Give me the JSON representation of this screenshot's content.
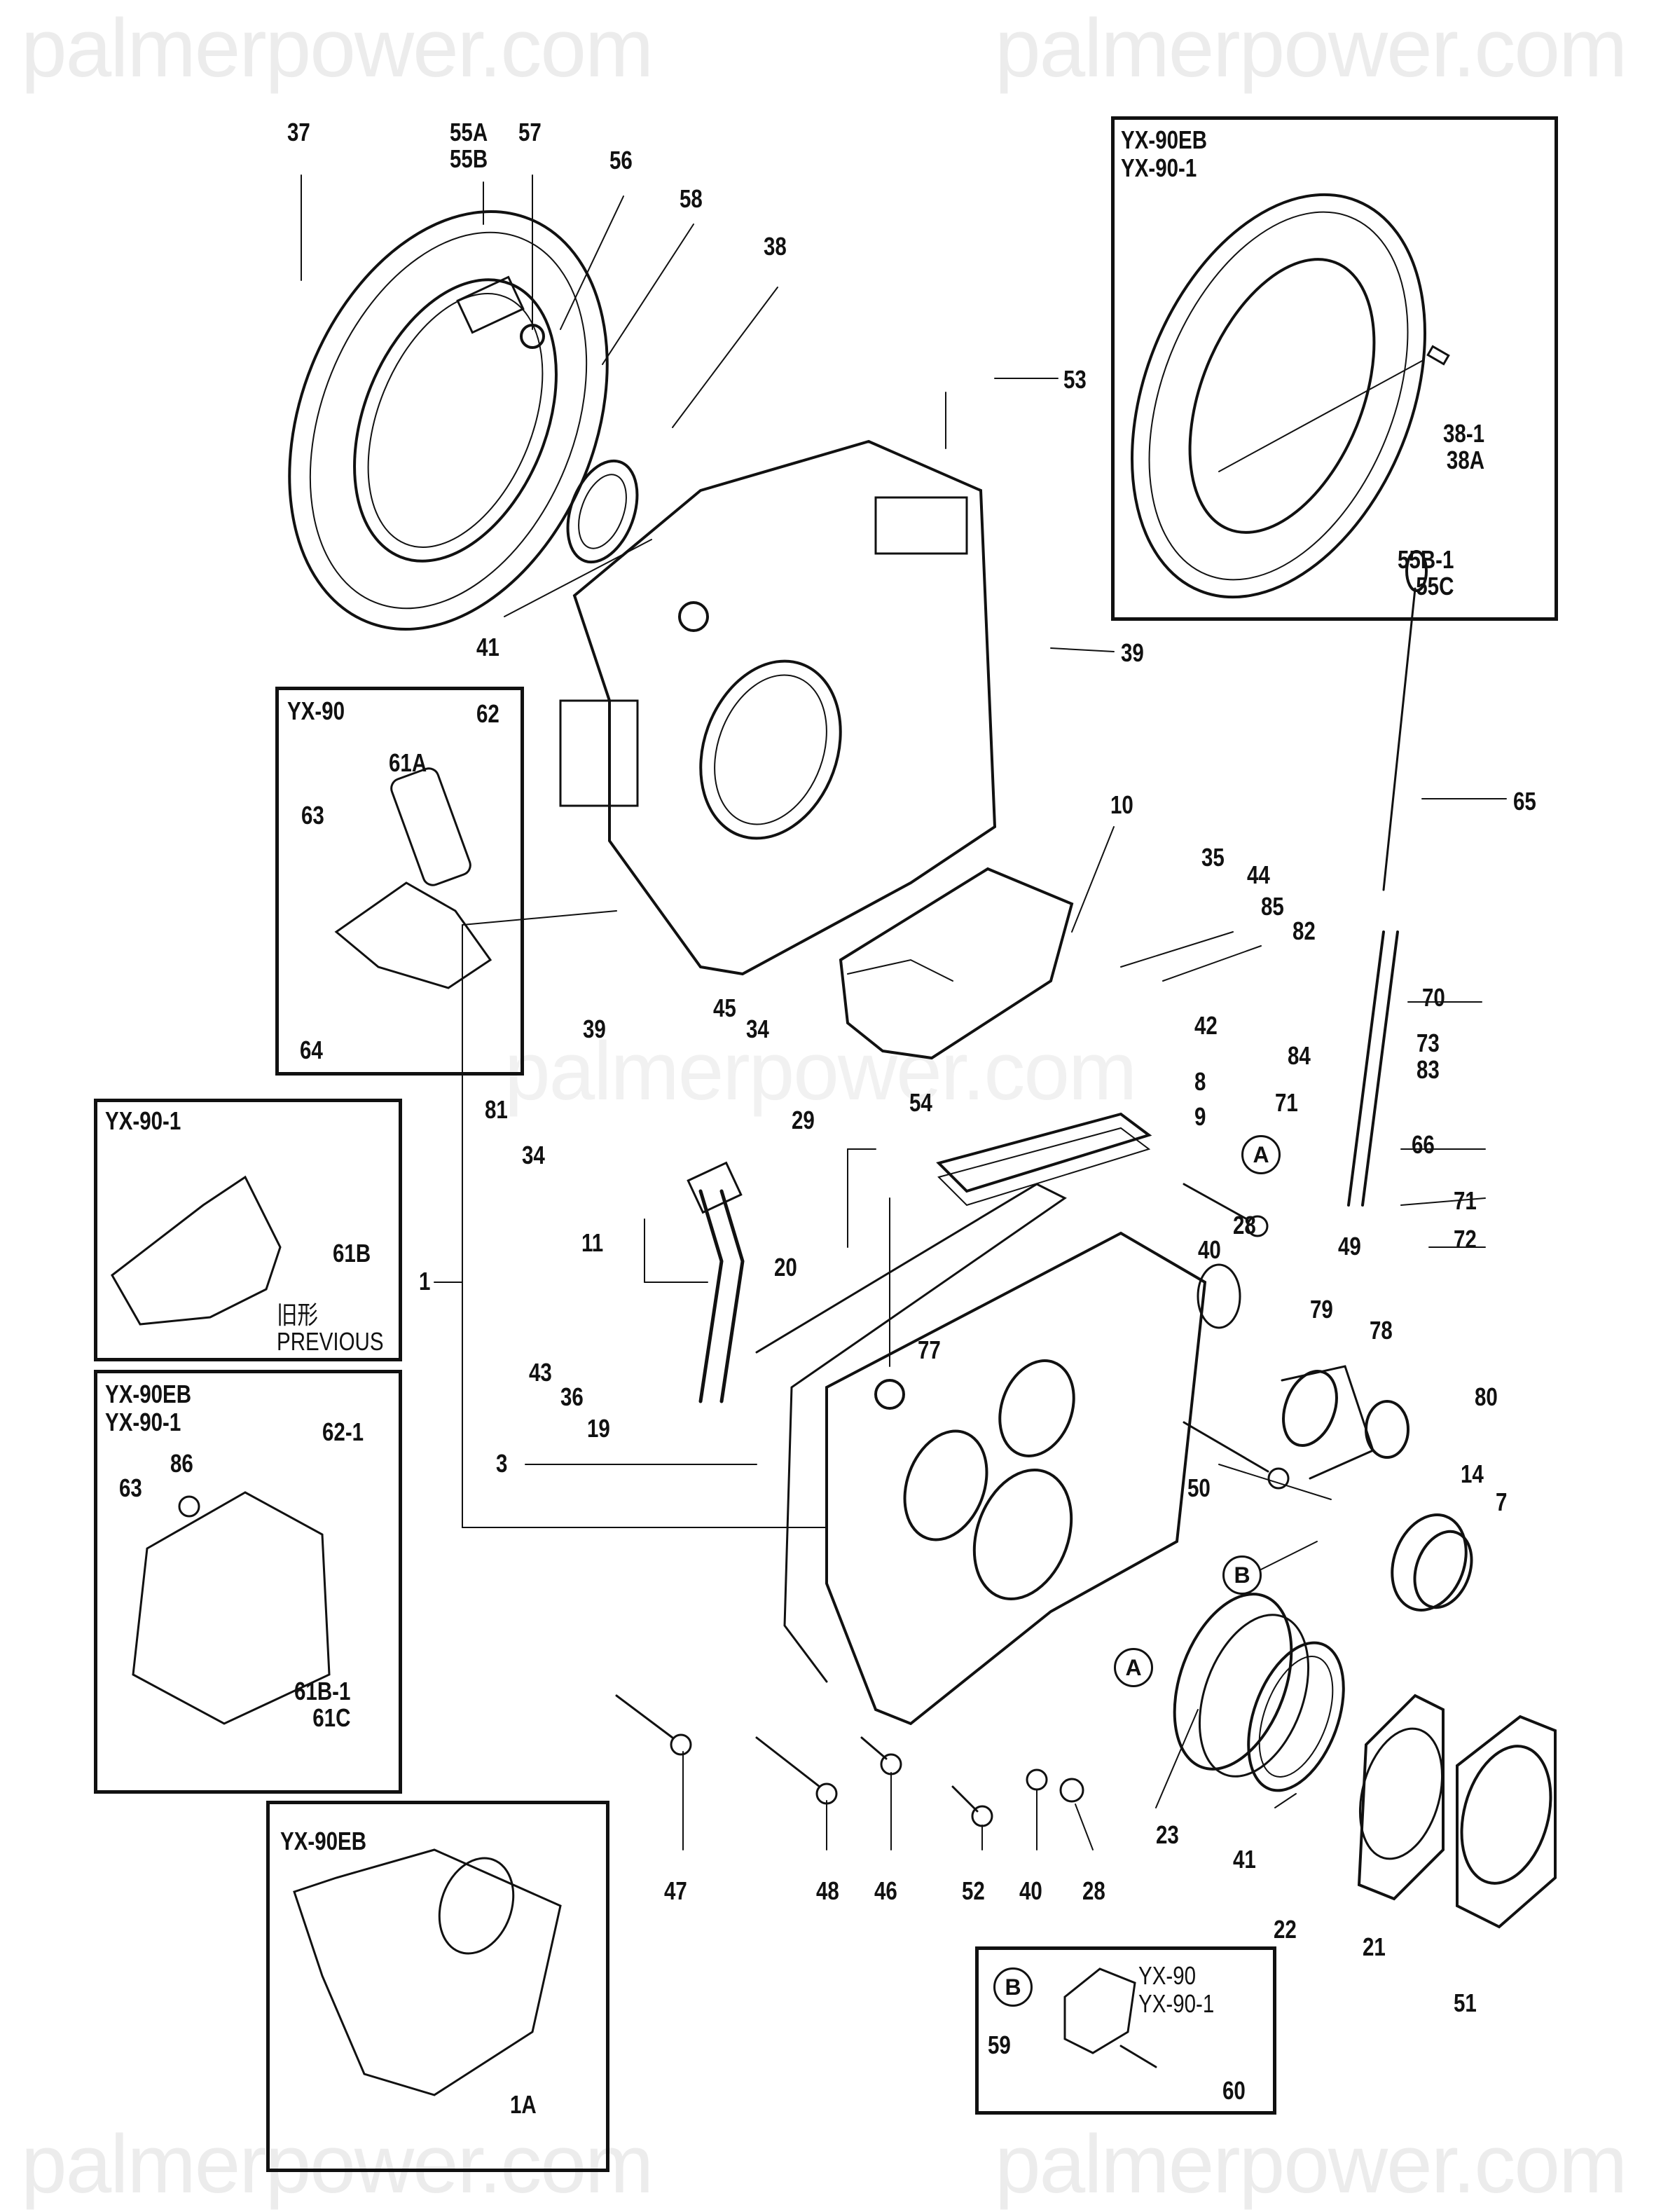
{
  "watermark": "palmerpower.com",
  "insets": {
    "top_right": {
      "models": "YX-90EB\nYX-90-1",
      "labels": [
        "38-1\n38A",
        "55B-1\n55C"
      ]
    },
    "yx90": {
      "model": "YX-90",
      "labels": [
        "62",
        "61A",
        "63",
        "64"
      ]
    },
    "yx901": {
      "model": "YX-90-1",
      "labels": [
        "61B"
      ],
      "note": "旧形\nPREVIOUS"
    },
    "yx90eb_bracket": {
      "models": "YX-90EB\nYX-90-1",
      "labels": [
        "62-1",
        "86",
        "63",
        "61B-1\n61C"
      ]
    },
    "yx90eb_case": {
      "model": "YX-90EB",
      "labels": [
        "1A"
      ]
    },
    "cover_b": {
      "models": "YX-90\nYX-90-1",
      "ref": "B",
      "labels": [
        "59",
        "60"
      ]
    }
  },
  "callouts": {
    "c37": "37",
    "c55": "55A\n55B",
    "c57": "57",
    "c56": "56",
    "c58": "58",
    "c38": "38",
    "c53": "53",
    "c41a": "41",
    "c39a": "39",
    "c65": "65",
    "c10": "10",
    "c35": "35",
    "c44": "44",
    "c85": "85",
    "c82": "82",
    "c70": "70",
    "c84": "84",
    "c73": "73\n83",
    "c42": "42",
    "c8": "8",
    "c9": "9",
    "c71a": "71",
    "c66": "66",
    "c71b": "71",
    "c72": "72",
    "c39b": "39",
    "c45": "45",
    "c34a": "34",
    "c29": "29",
    "c54": "54",
    "c81": "81",
    "c34b": "34",
    "c11": "11",
    "c20": "20",
    "c1": "1",
    "c49": "49",
    "c28a": "28",
    "c40a": "40",
    "c79": "79",
    "c78": "78",
    "c43": "43",
    "c36": "36",
    "c19": "19",
    "c77": "77",
    "c80": "80",
    "c3": "3",
    "c50": "50",
    "c14": "14",
    "c7": "7",
    "c47": "47",
    "c48": "48",
    "c46": "46",
    "c52": "52",
    "c40b": "40",
    "c28b": "28",
    "c23": "23",
    "c41b": "41",
    "c22": "22",
    "c21": "21",
    "c51": "51"
  },
  "refs": {
    "a1": "A",
    "b1": "B",
    "a2": "A"
  }
}
